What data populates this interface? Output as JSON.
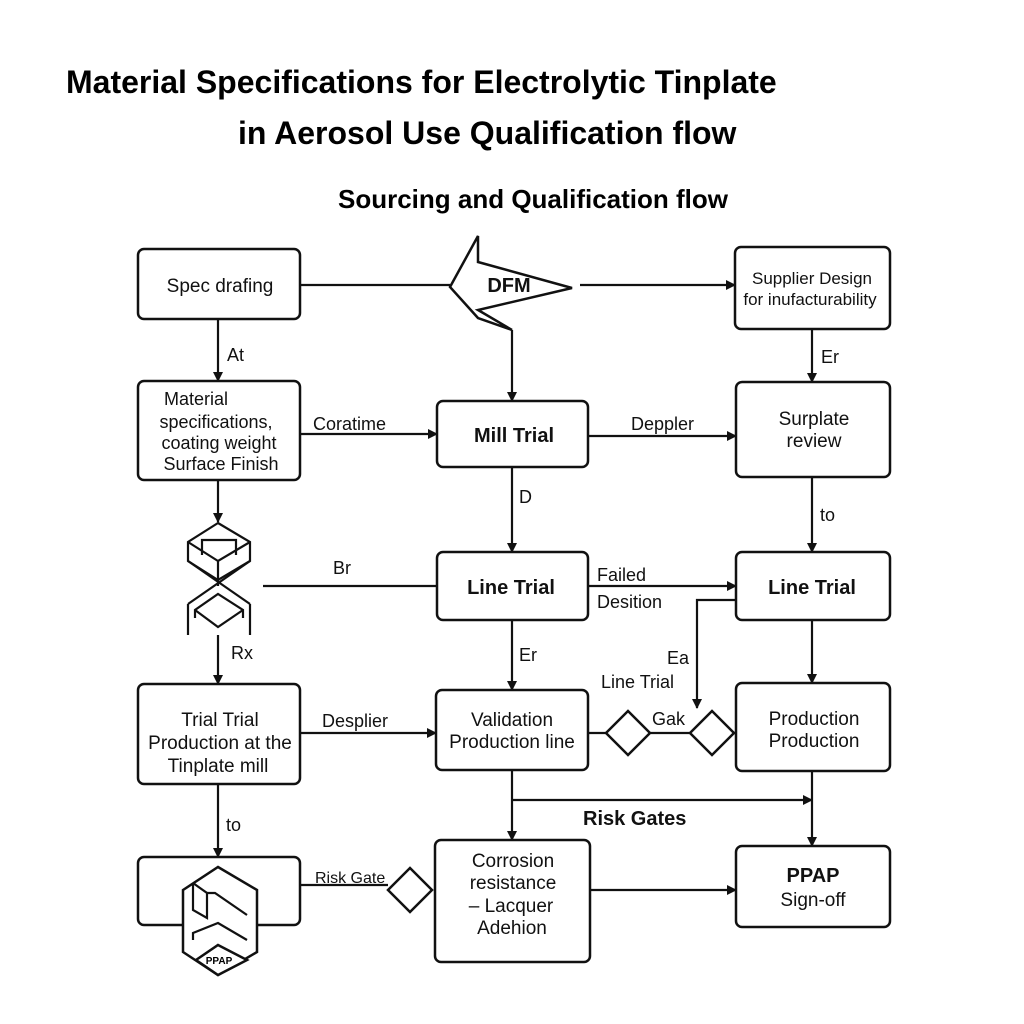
{
  "title": {
    "line1": "Material Specifications for Electrolytic  Tinplate",
    "line2": "in Aerosol Use Qualification flow"
  },
  "subtitle": "Sourcing and Qualification flow",
  "nodes": {
    "spec": "Spec drafing",
    "dfm": "DFM",
    "supplier": [
      "Supplier Design",
      "for inufacturability"
    ],
    "material": [
      "Material",
      "specifications,",
      "coating weight",
      "Surface Finish"
    ],
    "mill": "Mill Trial",
    "surplate": [
      "Surplate",
      "review"
    ],
    "line_mid": "Line Trial",
    "line_right": "Line Trial",
    "trial": [
      "Trial Trial",
      "Production at the",
      "Tinplate mill"
    ],
    "validation": [
      "Validation",
      "Production line"
    ],
    "production": [
      "Production",
      "Production"
    ],
    "corrosion": [
      "Corrosion",
      "resistance",
      "– Lacquer",
      "Adehion"
    ],
    "ppap": [
      "PPAP",
      "Sign-off"
    ],
    "ppap_icon": "PPAP"
  },
  "edges": {
    "at": "At",
    "er1": "Er",
    "coratime": "Coratime",
    "deppler": "Deppler",
    "d": "D",
    "to1": "to",
    "br": "Br",
    "failed": "Failed",
    "desition": "Desition",
    "er2": "Er",
    "ea": "Ea",
    "line_trial": "Line Trial",
    "gak": "Gak",
    "rx": "Rx",
    "desplier": "Desplier",
    "risk_gates": "Risk Gates",
    "to2": "to",
    "risk_gate": "Risk Gate"
  }
}
